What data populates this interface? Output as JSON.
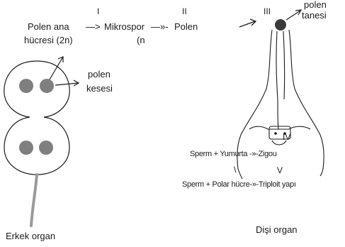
{
  "stages": {
    "roman_1": "I",
    "roman_2": "II",
    "roman_3": "III",
    "roman_4": "IV",
    "roman_5": "V"
  },
  "flow": {
    "polen_ana_line1": "Polen ana",
    "polen_ana_line2": "hücresi (2n)",
    "arrow_1": "—>",
    "mikrospor": "Mikrospor",
    "mikrospor_ploidy": "(n",
    "arrow_2": "—»-",
    "polen": "Polen"
  },
  "labels": {
    "polen_tanesi_line1": "polen",
    "polen_tanesi_line2": "tanesi",
    "polen_kesesi_line1": "polen",
    "polen_kesesi_line2": "kesesi"
  },
  "equations": {
    "fertilization_1": "Sperm + Yumurta -»-Zigou",
    "separator": "\\",
    "fertilization_2": "Sperm + Polar hücre-»-Triploit yapı"
  },
  "captions": {
    "male": "Erkek organ",
    "female": "Dişi organ"
  },
  "colors": {
    "ink": "#1a1a1a",
    "pollen_fill": "#7f7f7f",
    "stigma_fill": "#3a3a3a",
    "filament": "#9a9a9a"
  }
}
